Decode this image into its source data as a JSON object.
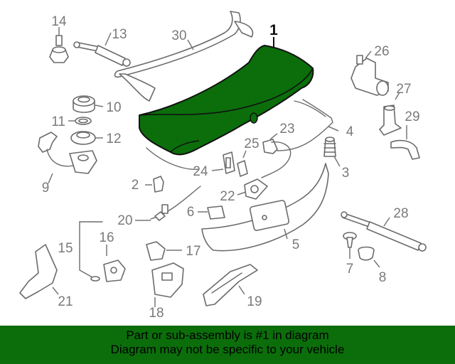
{
  "diagram": {
    "highlight_color": "#0b6e0b",
    "highlighted_part": "1",
    "callouts": {
      "c1": "1",
      "c2": "2",
      "c3": "3",
      "c4": "4",
      "c5": "5",
      "c6": "6",
      "c7": "7",
      "c8": "8",
      "c9": "9",
      "c10": "10",
      "c11": "11",
      "c12": "12",
      "c13": "13",
      "c14": "14",
      "c15": "15",
      "c16": "16",
      "c17": "17",
      "c18": "18",
      "c19": "19",
      "c20": "20",
      "c21": "21",
      "c22": "22",
      "c23": "23",
      "c24": "24",
      "c25": "25",
      "c26": "26",
      "c27": "27",
      "c28": "28",
      "c29": "29",
      "c30": "30"
    }
  },
  "banner": {
    "line1": "Part or sub-assembly is #1 in diagram",
    "line2": "Diagram may not be specific to your vehicle"
  }
}
